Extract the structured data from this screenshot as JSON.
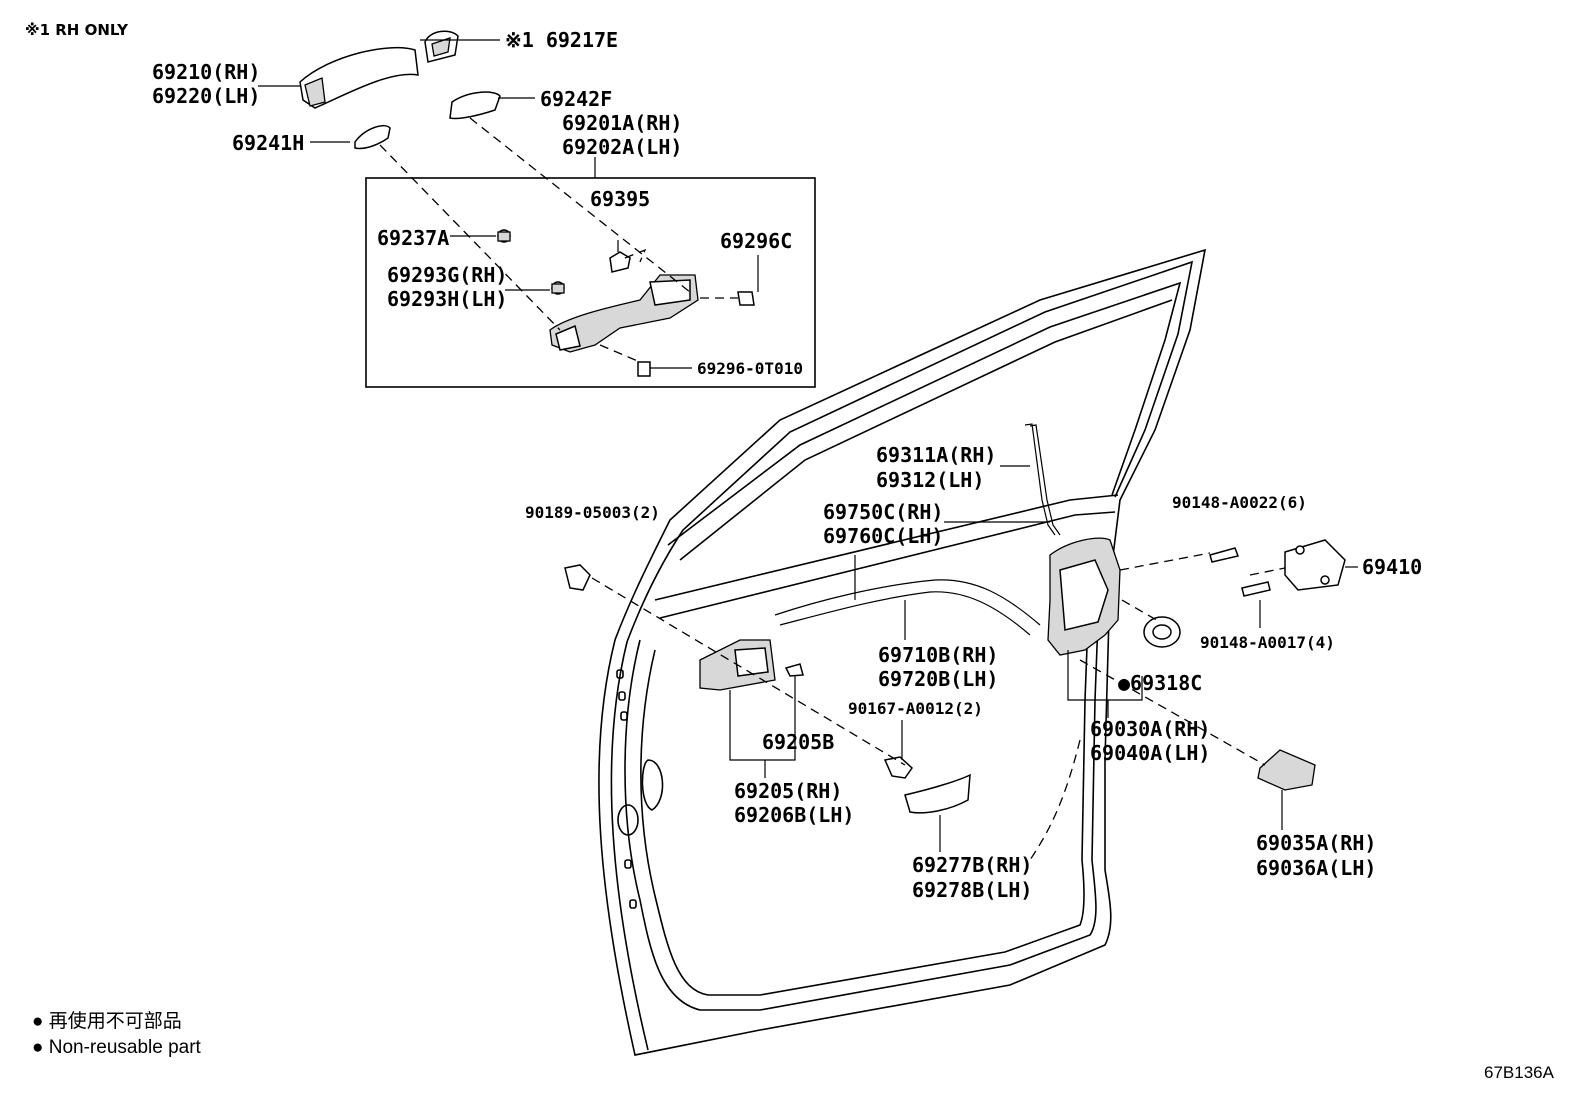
{
  "note": "※1 RH ONLY",
  "labels": {
    "p69217E": "※1 69217E",
    "p69210": "69210(RH)",
    "p69220": "69220(LH)",
    "p69242F": "69242F",
    "p69201A": "69201A(RH)",
    "p69202A": "69202A(LH)",
    "p69241H": "69241H",
    "p69395": "69395",
    "p69237A": "69237A",
    "p69296C": "69296C",
    "p69293G": "69293G(RH)",
    "p69293H": "69293H(LH)",
    "p69296_0T010": "69296-0T010",
    "p69311A": "69311A(RH)",
    "p69312": "69312(LH)",
    "p69750C": "69750C(RH)",
    "p69760C": "69760C(LH)",
    "p90189": "90189-05003(2)",
    "p90148_A0022": "90148-A0022(6)",
    "p69410": "69410",
    "p90148_A0017": "90148-A0017(4)",
    "p69710B": "69710B(RH)",
    "p69720B": "69720B(LH)",
    "p69318C": "●69318C",
    "p90167": "90167-A0012(2)",
    "p69030A": "69030A(RH)",
    "p69040A": "69040A(LH)",
    "p69205B": "69205B",
    "p69205": "69205(RH)",
    "p69206B": "69206B(LH)",
    "p69035A": "69035A(RH)",
    "p69036A": "69036A(LH)",
    "p69277B": "69277B(RH)",
    "p69278B": "69278B(LH)"
  },
  "legend": {
    "line1": "● 再使用不可部品",
    "line2": "● Non-reusable part"
  },
  "figure_code": "67B136A"
}
